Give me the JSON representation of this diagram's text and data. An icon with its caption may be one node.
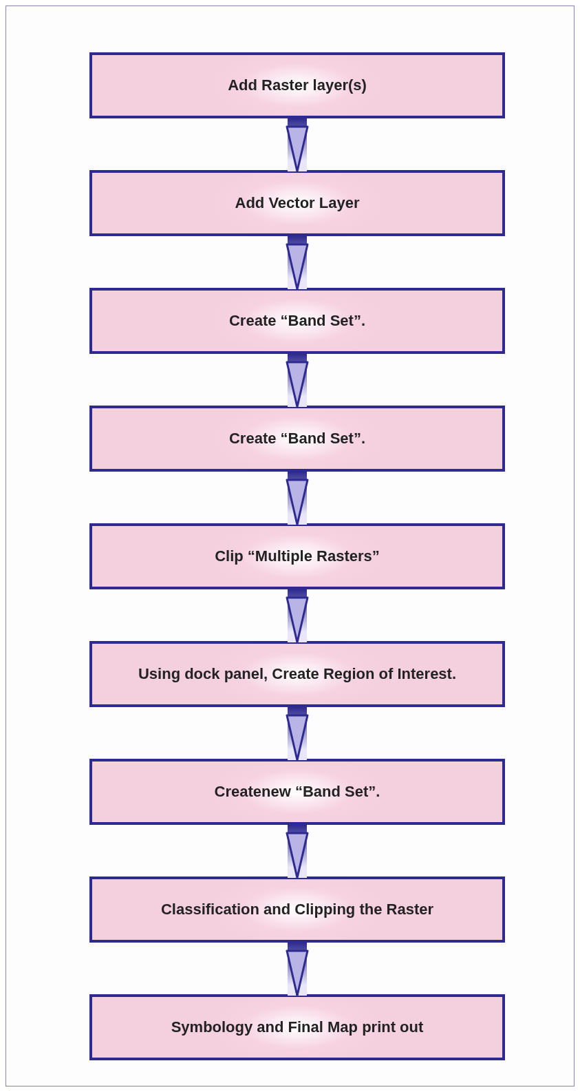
{
  "diagram": {
    "nodes": [
      {
        "text": [
          "Add Raster layer(s)"
        ]
      },
      {
        "text": [
          "Add Vector Layer"
        ]
      },
      {
        "text": [
          "Create “Band Set”."
        ]
      },
      {
        "text": [
          "Create “Band Set”."
        ]
      },
      {
        "text": [
          "Clip “Multiple Rasters”"
        ]
      },
      {
        "text": [
          "Using dock panel, Create Region of Interest."
        ]
      },
      {
        "text": [
          "Createnew “Band Set”."
        ]
      },
      {
        "text": [
          "Classification and Clipping the Raster"
        ]
      },
      {
        "text": [
          "Symbology and Final Map print out"
        ]
      }
    ],
    "edges": [
      {
        "from": 0,
        "to": 1,
        "arrow": "to"
      },
      {
        "from": 1,
        "to": 2,
        "arrow": "to"
      },
      {
        "from": 2,
        "to": 3,
        "arrow": "to"
      },
      {
        "from": 3,
        "to": 4,
        "arrow": "to"
      },
      {
        "from": 4,
        "to": 5,
        "arrow": "to"
      },
      {
        "from": 5,
        "to": 6,
        "arrow": "to"
      },
      {
        "from": 6,
        "to": 7,
        "arrow": "to"
      },
      {
        "from": 7,
        "to": 8,
        "arrow": "to"
      }
    ]
  }
}
